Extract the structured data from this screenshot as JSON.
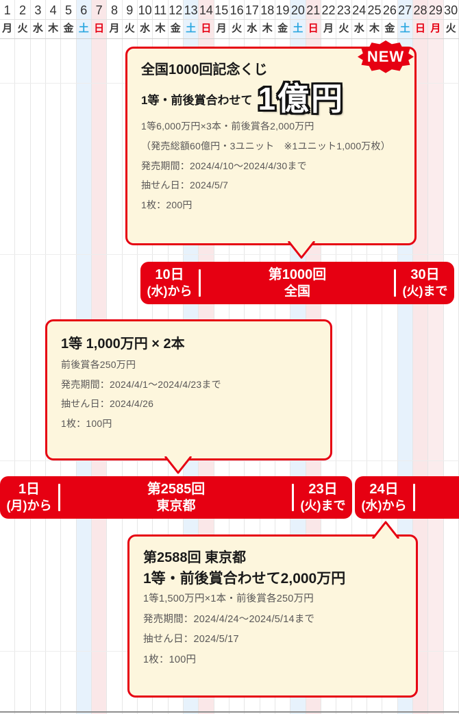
{
  "calendar": {
    "days": [
      {
        "date": "1",
        "weekday": "月",
        "type": "weekday"
      },
      {
        "date": "2",
        "weekday": "火",
        "type": "weekday"
      },
      {
        "date": "3",
        "weekday": "水",
        "type": "weekday"
      },
      {
        "date": "4",
        "weekday": "木",
        "type": "weekday"
      },
      {
        "date": "5",
        "weekday": "金",
        "type": "weekday"
      },
      {
        "date": "6",
        "weekday": "土",
        "type": "saturday"
      },
      {
        "date": "7",
        "weekday": "日",
        "type": "sunday"
      },
      {
        "date": "8",
        "weekday": "月",
        "type": "weekday"
      },
      {
        "date": "9",
        "weekday": "火",
        "type": "weekday"
      },
      {
        "date": "10",
        "weekday": "水",
        "type": "weekday"
      },
      {
        "date": "11",
        "weekday": "木",
        "type": "weekday"
      },
      {
        "date": "12",
        "weekday": "金",
        "type": "weekday"
      },
      {
        "date": "13",
        "weekday": "土",
        "type": "saturday"
      },
      {
        "date": "14",
        "weekday": "日",
        "type": "sunday"
      },
      {
        "date": "15",
        "weekday": "月",
        "type": "weekday"
      },
      {
        "date": "16",
        "weekday": "火",
        "type": "weekday"
      },
      {
        "date": "17",
        "weekday": "水",
        "type": "weekday"
      },
      {
        "date": "18",
        "weekday": "木",
        "type": "weekday"
      },
      {
        "date": "19",
        "weekday": "金",
        "type": "weekday"
      },
      {
        "date": "20",
        "weekday": "土",
        "type": "saturday"
      },
      {
        "date": "21",
        "weekday": "日",
        "type": "sunday"
      },
      {
        "date": "22",
        "weekday": "月",
        "type": "weekday"
      },
      {
        "date": "23",
        "weekday": "火",
        "type": "weekday"
      },
      {
        "date": "24",
        "weekday": "水",
        "type": "weekday"
      },
      {
        "date": "25",
        "weekday": "木",
        "type": "weekday"
      },
      {
        "date": "26",
        "weekday": "金",
        "type": "weekday"
      },
      {
        "date": "27",
        "weekday": "土",
        "type": "saturday"
      },
      {
        "date": "28",
        "weekday": "日",
        "type": "sunday"
      },
      {
        "date": "29",
        "weekday": "月",
        "type": "holiday"
      },
      {
        "date": "30",
        "weekday": "火",
        "type": "weekday"
      }
    ]
  },
  "badge": {
    "label": "NEW"
  },
  "cards": {
    "national": {
      "title": "全国1000回記念くじ",
      "prize_label": "1等・前後賞合わせて",
      "prize_amount": "1億円",
      "details": [
        "1等6,000万円×3本・前後賞各2,000万円",
        "（発売総額60億円・3ユニット　※1ユニット1,000万枚）",
        "発売期間：2024/4/10～2024/4/30まで",
        "抽せん日：2024/5/7",
        "1枚：200円"
      ]
    },
    "tokyo2585": {
      "title": "1等 1,000万円 × 2本",
      "details": [
        "前後賞各250万円",
        "発売期間：2024/4/1～2024/4/23まで",
        "抽せん日：2024/4/26",
        "1枚：100円"
      ]
    },
    "tokyo2588": {
      "title": "第2588回 東京都",
      "subtitle": "1等・前後賞合わせて2,000万円",
      "details": [
        "1等1,500万円×1本・前後賞各250万円",
        "発売期間：2024/4/24～2024/5/14まで",
        "抽せん日：2024/5/17",
        "1枚：100円"
      ]
    }
  },
  "bars": {
    "national": {
      "start_day": "10日",
      "start_note": "(水)から",
      "center_line1": "第1000回",
      "center_line2": "全国",
      "end_day": "30日",
      "end_note": "(火)まで"
    },
    "tokyo2585": {
      "start_day": "1日",
      "start_note": "(月)から",
      "center_line1": "第2585回",
      "center_line2": "東京都",
      "end_day": "23日",
      "end_note": "(火)まで"
    },
    "tokyo2588": {
      "start_day": "24日",
      "start_note": "(水)から"
    }
  },
  "colors": {
    "accent_red": "#e60012",
    "card_background": "#fdf6dd",
    "saturday_tint": "#e7f2fc",
    "sunday_tint": "#fae7e8",
    "holiday_tint": "#fbeced",
    "saturday_text": "#2ba7e0",
    "sunday_text": "#e60012"
  }
}
